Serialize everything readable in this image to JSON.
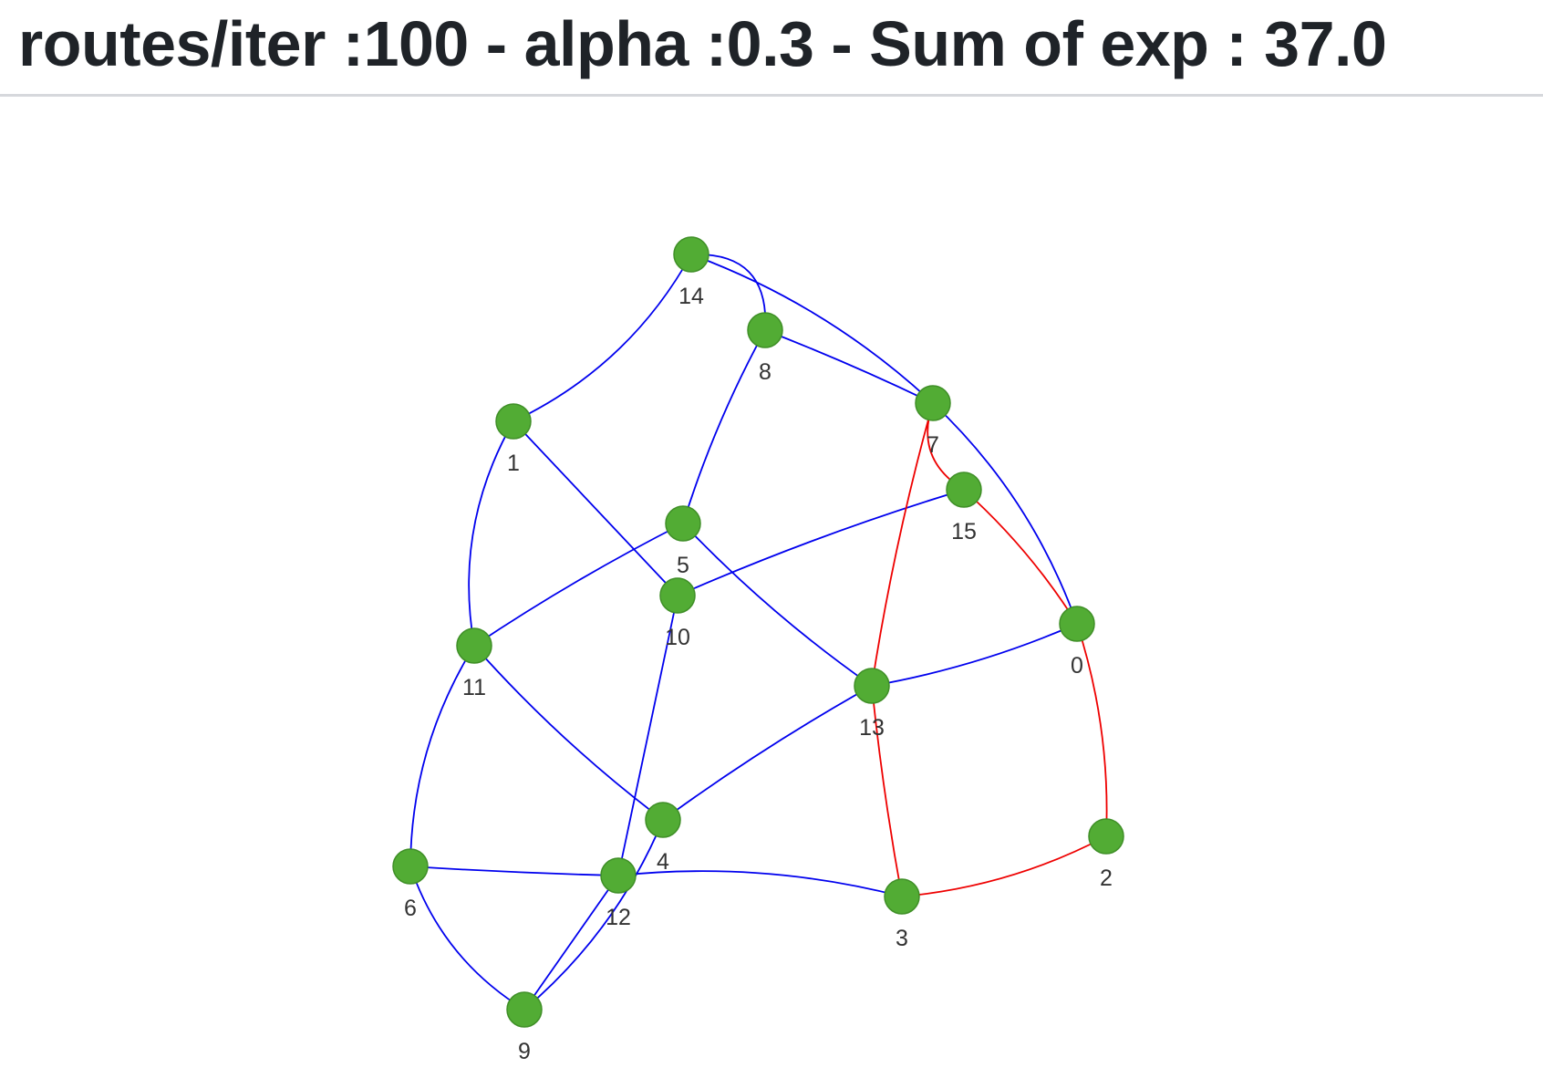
{
  "header": {
    "title": "routes/iter :100 - alpha :0.3 - Sum of exp : 37.0"
  },
  "graph": {
    "node_fill": "#52ac34",
    "node_stroke": "#3f8f27",
    "label_color": "#333333",
    "edge_color_default": "#0000ee",
    "edge_color_route": "#ee0000",
    "nodes": [
      {
        "id": "0",
        "label": "0"
      },
      {
        "id": "1",
        "label": "1"
      },
      {
        "id": "2",
        "label": "2"
      },
      {
        "id": "3",
        "label": "3"
      },
      {
        "id": "4",
        "label": "4"
      },
      {
        "id": "5",
        "label": "5"
      },
      {
        "id": "6",
        "label": "6"
      },
      {
        "id": "7",
        "label": "7"
      },
      {
        "id": "8",
        "label": "8"
      },
      {
        "id": "9",
        "label": "9"
      },
      {
        "id": "10",
        "label": "10"
      },
      {
        "id": "11",
        "label": "11"
      },
      {
        "id": "12",
        "label": "12"
      },
      {
        "id": "13",
        "label": "13"
      },
      {
        "id": "14",
        "label": "14"
      },
      {
        "id": "15",
        "label": "15"
      }
    ],
    "edges": [
      {
        "source": "14",
        "target": "1",
        "route": false
      },
      {
        "source": "14",
        "target": "8",
        "route": false
      },
      {
        "source": "14",
        "target": "7",
        "route": false
      },
      {
        "source": "8",
        "target": "7",
        "route": false
      },
      {
        "source": "8",
        "target": "5",
        "route": false
      },
      {
        "source": "7",
        "target": "0",
        "route": false
      },
      {
        "source": "1",
        "target": "10",
        "route": false
      },
      {
        "source": "1",
        "target": "11",
        "route": false
      },
      {
        "source": "15",
        "target": "10",
        "route": false
      },
      {
        "source": "5",
        "target": "11",
        "route": false
      },
      {
        "source": "5",
        "target": "13",
        "route": false
      },
      {
        "source": "13",
        "target": "0",
        "route": false
      },
      {
        "source": "13",
        "target": "4",
        "route": false
      },
      {
        "source": "11",
        "target": "4",
        "route": false
      },
      {
        "source": "11",
        "target": "6",
        "route": false
      },
      {
        "source": "10",
        "target": "12",
        "route": false
      },
      {
        "source": "4",
        "target": "9",
        "route": false
      },
      {
        "source": "6",
        "target": "12",
        "route": false
      },
      {
        "source": "6",
        "target": "9",
        "route": false
      },
      {
        "source": "12",
        "target": "9",
        "route": false
      },
      {
        "source": "12",
        "target": "3",
        "route": false
      },
      {
        "source": "7",
        "target": "13",
        "route": true
      },
      {
        "source": "13",
        "target": "3",
        "route": true
      },
      {
        "source": "3",
        "target": "2",
        "route": true
      },
      {
        "source": "2",
        "target": "0",
        "route": true
      },
      {
        "source": "0",
        "target": "15",
        "route": true
      },
      {
        "source": "15",
        "target": "7",
        "route": true
      }
    ]
  }
}
